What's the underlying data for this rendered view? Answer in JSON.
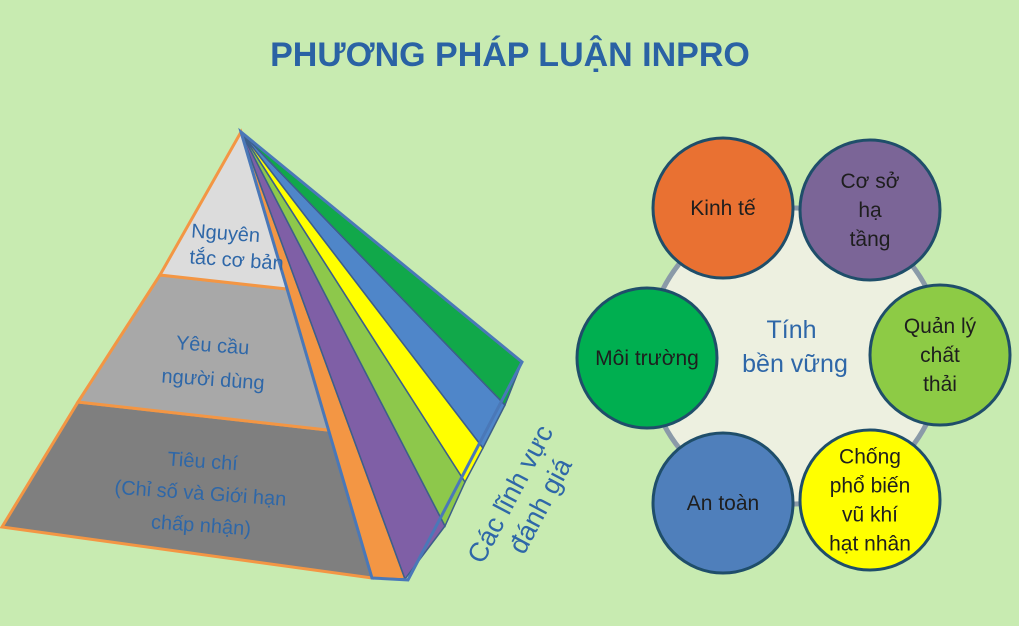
{
  "title": "PHƯƠNG PHÁP LUẬN INPRO",
  "pyramid": {
    "tiers": [
      {
        "lines": [
          "Nguyên",
          "tắc cơ bản"
        ],
        "color": "#dcdcdc"
      },
      {
        "lines": [
          "Yêu cầu",
          "người dùng"
        ],
        "color": "#a8a8a8"
      },
      {
        "lines": [
          "Tiêu chí",
          "(Chỉ số và Giới hạn",
          "chấp nhận)"
        ],
        "color": "#7f7f7f"
      }
    ],
    "side_label": [
      "Các lĩnh vực",
      "đánh giá"
    ],
    "strip_colors": [
      "#f39644",
      "#7f5fa6",
      "#8dc84b",
      "#ffff00",
      "#4f86c9",
      "#11a84a"
    ]
  },
  "cycle": {
    "center": [
      "Tính",
      "bền vững"
    ],
    "nodes": [
      {
        "lines": [
          "Kinh tế"
        ],
        "color": "#e97132"
      },
      {
        "lines": [
          "Cơ sở",
          "hạ",
          "tầng"
        ],
        "color": "#7b6597"
      },
      {
        "lines": [
          "Quản lý",
          "chất",
          "thải"
        ],
        "color": "#8dcb45"
      },
      {
        "lines": [
          "Chống",
          "phổ biến",
          "vũ khí",
          "hạt nhân"
        ],
        "color": "#ffff00"
      },
      {
        "lines": [
          "An toàn"
        ],
        "color": "#4f7fbb"
      },
      {
        "lines": [
          "Môi trường"
        ],
        "color": "#00af50"
      }
    ]
  }
}
